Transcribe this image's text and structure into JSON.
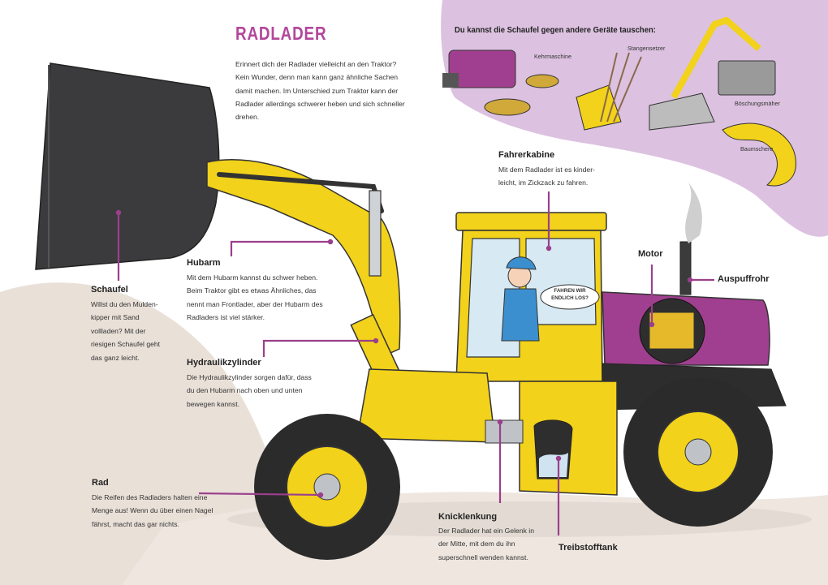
{
  "title": "RADLADER",
  "intro": "Erinnert dich der Radlader vielleicht an den Traktor? Kein Wunder, denn man kann ganz ähnliche Sachen damit machen. Im Unterschied zum Traktor kann der Radlader allerdings schwerer heben und sich schneller drehen.",
  "swap_heading": "Du kannst die Schaufel gegen andere Geräte tauschen:",
  "tools": [
    "Kehrmaschine",
    "Stangensetzer",
    "Böschungsmäher",
    "Baumschere"
  ],
  "speech_bubble": "FAHREN WIR ENDLICH LOS?",
  "labels": {
    "schaufel": {
      "title": "Schaufel",
      "text": "Willst du den Mulden-kipper mit Sand vollladen? Mit der riesigen Schaufel geht das ganz leicht."
    },
    "hubarm": {
      "title": "Hubarm",
      "text": "Mit dem Hubarm kannst du schwer heben. Beim Traktor gibt es etwas Ähnliches, das nennt man Frontlader, aber der Hubarm des Radladers ist viel stärker."
    },
    "hydraulikzylinder": {
      "title": "Hydraulikzylinder",
      "text": "Die Hydraulikzylinder sorgen dafür, dass du den Hubarm nach oben und unten bewegen kannst."
    },
    "rad": {
      "title": "Rad",
      "text": "Die Reifen des Radladers halten eine Menge aus! Wenn du über einen Nagel fährst, macht das gar nichts."
    },
    "fahrerkabine": {
      "title": "Fahrerkabine",
      "text": "Mit dem Radlader ist es kinder-leicht, im Zickzack zu fahren."
    },
    "motor": {
      "title": "Motor"
    },
    "auspuffrohr": {
      "title": "Auspuffrohr"
    },
    "knicklenkung": {
      "title": "Knicklenkung",
      "text": "Der Radlader hat ein Gelenk in der Mitte, mit dem du ihn superschnell wenden kannst."
    },
    "treibstofftank": {
      "title": "Treibstofftank"
    }
  },
  "colors": {
    "accent": "#b3479b",
    "yellow": "#f2d21a",
    "purple": "#9b3f8c",
    "tire": "#2b2b2b",
    "lilac": "#dcc1e0"
  }
}
